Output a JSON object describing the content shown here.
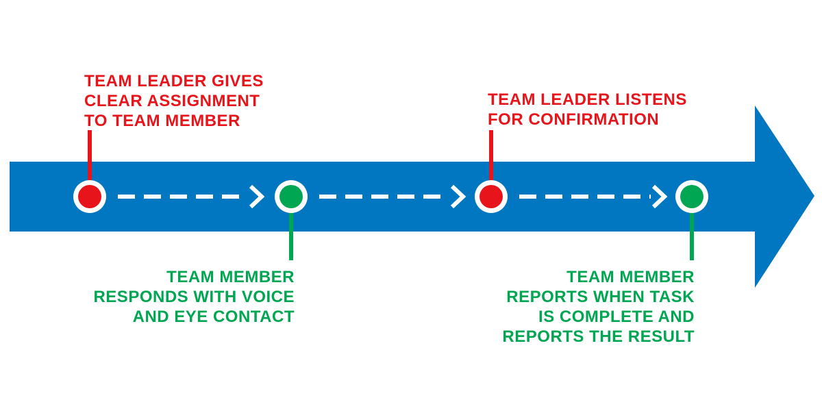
{
  "colors": {
    "arrow": "#0077C0",
    "leader": "#E8141B",
    "member": "#00A651",
    "background": "#FFFFFF"
  },
  "steps": [
    {
      "role": "leader",
      "text": "TEAM LEADER GIVES\nCLEAR ASSIGNMENT\nTO TEAM MEMBER"
    },
    {
      "role": "member",
      "text": "TEAM MEMBER\nRESPONDS WITH VOICE\nAND EYE CONTACT"
    },
    {
      "role": "leader",
      "text": "TEAM LEADER LISTENS\nFOR CONFIRMATION"
    },
    {
      "role": "member",
      "text": "TEAM MEMBER\nREPORTS WHEN TASK\nIS COMPLETE AND\nREPORTS THE RESULT"
    }
  ]
}
